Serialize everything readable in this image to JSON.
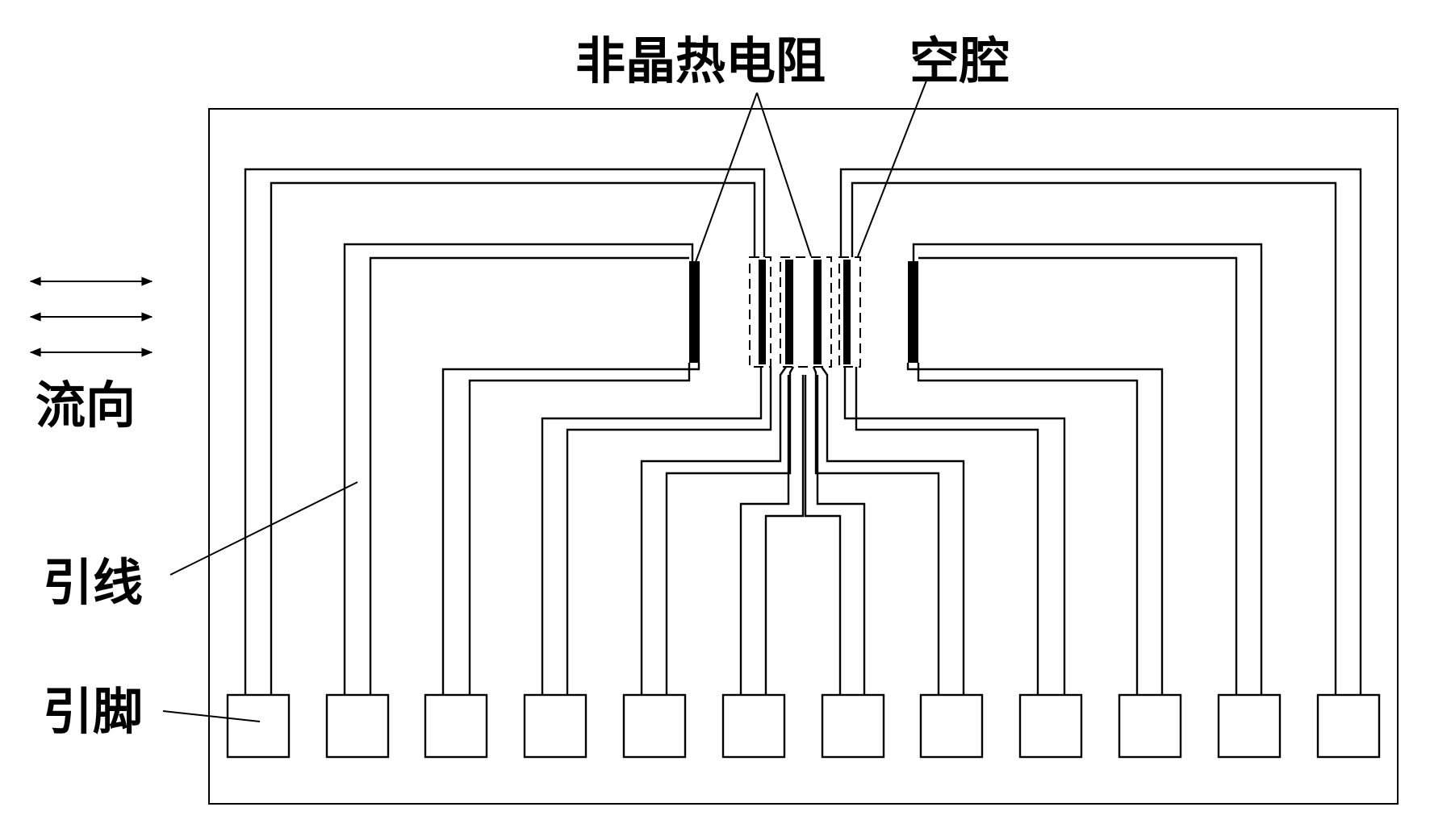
{
  "labels": {
    "amorphous_resistor": "非晶热电阻",
    "cavity": "空腔",
    "flow_direction": "流向",
    "lead_wire": "引线",
    "pin": "引脚"
  },
  "pin_count": 12,
  "resistor_count": 6,
  "flow_arrow_count": 3
}
